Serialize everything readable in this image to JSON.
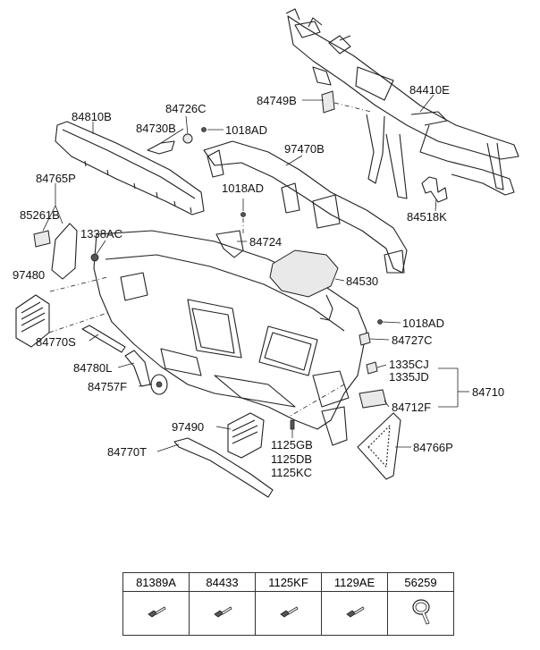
{
  "callouts": {
    "c84410E": "84410E",
    "c84749B": "84749B",
    "c84810B": "84810B",
    "c84726C": "84726C",
    "c84730B": "84730B",
    "c1018AD_a": "1018AD",
    "c97470B": "97470B",
    "c84765P": "84765P",
    "c1018AD_b": "1018AD",
    "c84518K": "84518K",
    "c85261B": "85261B",
    "c1338AC": "1338AC",
    "c84724": "84724",
    "c97480": "97480",
    "c84530": "84530",
    "c1018AD_c": "1018AD",
    "c84770S": "84770S",
    "c84727C": "84727C",
    "c84780L": "84780L",
    "c1335CJ": "1335CJ",
    "c1335JD": "1335JD",
    "c84710": "84710",
    "c84757F": "84757F",
    "c84712F": "84712F",
    "c97490": "97490",
    "c1125GB": "1125GB",
    "c84770T": "84770T",
    "c84766P": "84766P",
    "c1125DB": "1125DB",
    "c1125KC": "1125KC"
  },
  "legend": {
    "columns": [
      {
        "code": "81389A",
        "icon": "bolt-flange-icon"
      },
      {
        "code": "84433",
        "icon": "bolt-flange-icon"
      },
      {
        "code": "1125KF",
        "icon": "bolt-flange-icon"
      },
      {
        "code": "1129AE",
        "icon": "bolt-flange-icon"
      },
      {
        "code": "56259",
        "icon": "cable-tie-icon"
      }
    ]
  }
}
